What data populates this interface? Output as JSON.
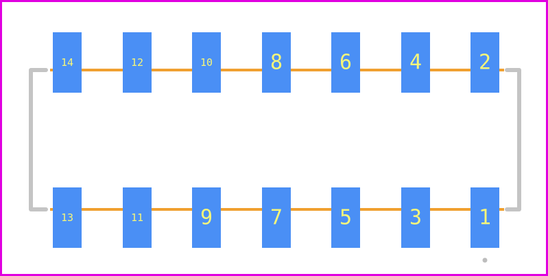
{
  "colors": {
    "frame": "#e000e0",
    "pad": "#4a8ff5",
    "pad_label": "#f5f57a",
    "trace": "#f0a030",
    "outline": "#c4c4c4",
    "marker": "#bdbdbd"
  },
  "top_row_pads": [
    "14",
    "12",
    "10",
    "8",
    "6",
    "4",
    "2"
  ],
  "bottom_row_pads": [
    "13",
    "11",
    "9",
    "7",
    "5",
    "3",
    "1"
  ]
}
